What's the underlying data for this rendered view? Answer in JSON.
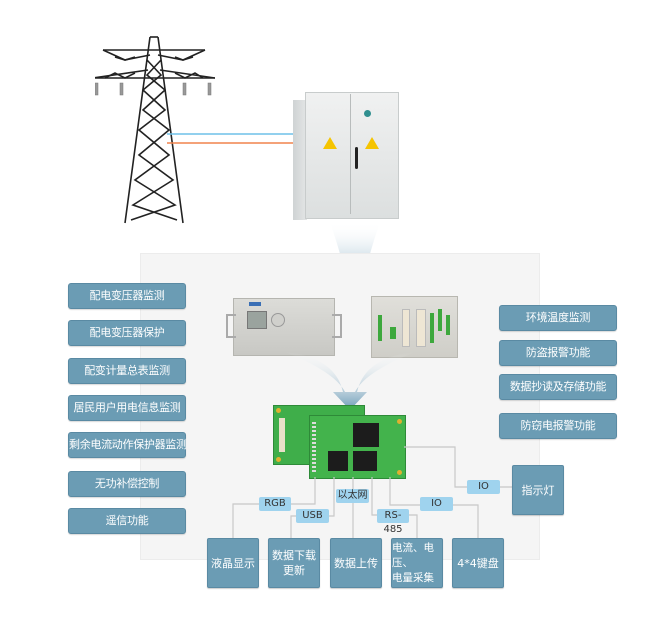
{
  "left_functions": [
    {
      "label": "配电变压器监测"
    },
    {
      "label": "配电变压器保护"
    },
    {
      "label": "配变计量总表监测"
    },
    {
      "label": "居民用户用电信息监测"
    },
    {
      "label": "剩余电流动作保护器监测"
    },
    {
      "label": "无功补偿控制"
    },
    {
      "label": "遥信功能"
    }
  ],
  "right_functions": [
    {
      "label": "环境温度监测"
    },
    {
      "label": "防盗报警功能"
    },
    {
      "label": "数据抄读及存储功能"
    },
    {
      "label": "防窃电报警功能"
    }
  ],
  "interfaces": {
    "rgb": "RGB",
    "usb": "USB",
    "ethernet": "以太网",
    "rs485": "RS-485",
    "io_bottom": "IO",
    "io_right": "IO"
  },
  "peripherals": {
    "lcd": "液晶显示",
    "download": [
      "数据下载",
      "更新"
    ],
    "upload": "数据上传",
    "acquisition": [
      "电流、电压、",
      "电量采集"
    ],
    "keypad": "4*4键盘",
    "indicator": "指示灯"
  },
  "colors": {
    "box": "#6b9cb4",
    "tag": "#9fd3ee",
    "line_blue": "#6fc0e8",
    "line_orange": "#f0834d",
    "arrow": "#6a9ab6"
  }
}
